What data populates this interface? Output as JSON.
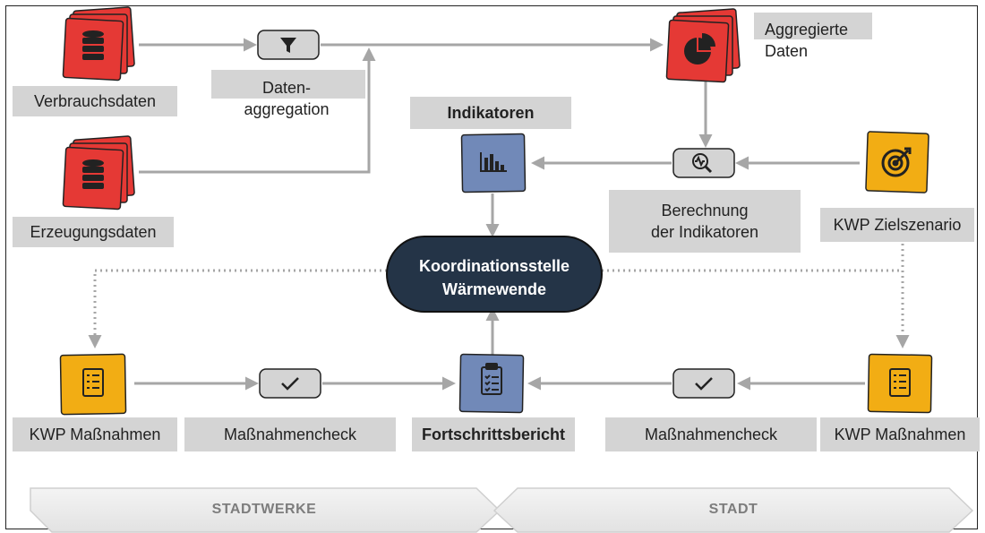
{
  "nodes": {
    "verbrauchsdaten": {
      "label": "Verbrauchsdaten",
      "icon": "database-icon"
    },
    "erzeugungsdaten": {
      "label": "Erzeugungsdaten",
      "icon": "database-icon"
    },
    "datenaggregation": {
      "label": "Daten-\naggregation",
      "icon": "filter-icon"
    },
    "aggregierte_daten": {
      "label": "Aggregierte\nDaten",
      "icon": "pie-chart-icon"
    },
    "indikatoren": {
      "label": "Indikatoren",
      "icon": "bar-chart-icon"
    },
    "berechnung": {
      "label": "Berechnung\nder Indikatoren",
      "icon": "analysis-magnifier-icon"
    },
    "zielszenario": {
      "label": "KWP Zielszenario",
      "icon": "target-icon"
    },
    "koordinationsstelle": {
      "label": "Koordinationsstelle\nWärmewende"
    },
    "massnahmen_left": {
      "label": "KWP Maßnahmen",
      "icon": "checklist-icon"
    },
    "check_left": {
      "label": "Maßnahmencheck",
      "icon": "check-icon"
    },
    "fortschrittsbericht": {
      "label": "Fortschrittsbericht",
      "icon": "clipboard-icon"
    },
    "check_right": {
      "label": "Maßnahmencheck",
      "icon": "check-icon"
    },
    "massnahmen_right": {
      "label": "KWP Maßnahmen",
      "icon": "checklist-icon"
    }
  },
  "bands": {
    "left": "STADTWERKE",
    "right": "STADT"
  },
  "colors": {
    "red": "#e53935",
    "blue": "#7189b8",
    "yellow": "#f2ad14",
    "label_bg": "#d4d4d4",
    "center": "#243447",
    "arrow": "#a6a6a6"
  }
}
